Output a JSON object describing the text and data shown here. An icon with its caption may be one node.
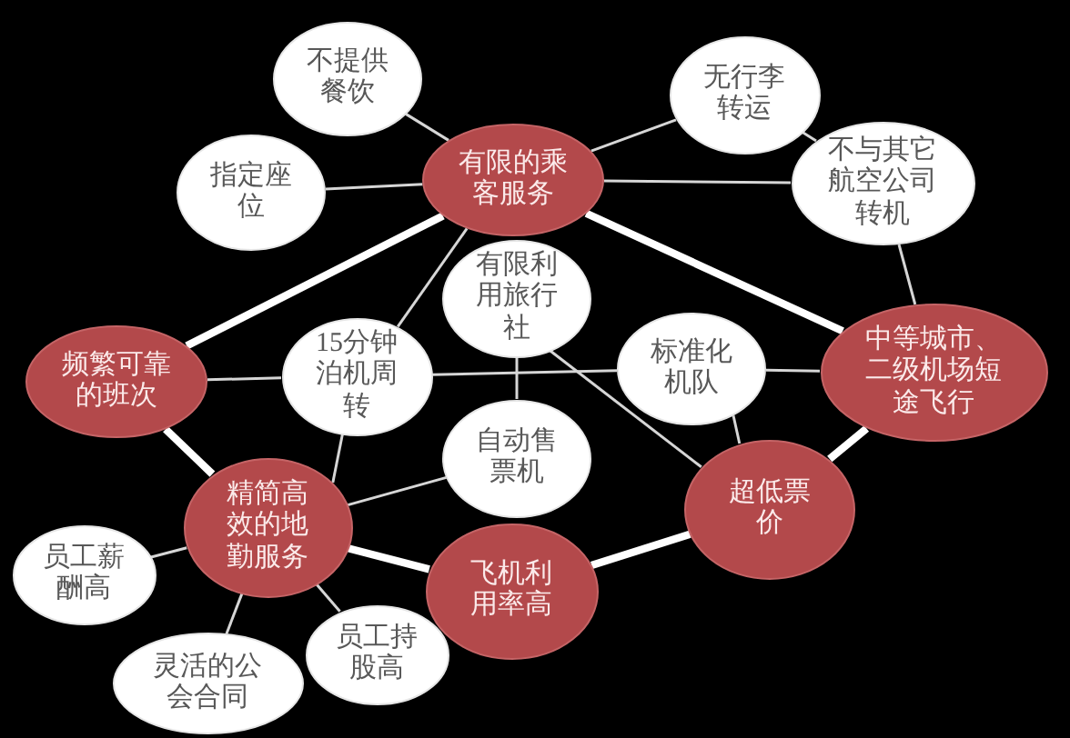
{
  "diagram": {
    "nodes": [
      {
        "text": [
          "不提供餐饮"
        ]
      },
      {
        "text": [
          "指定座位"
        ]
      },
      {
        "text": [
          "有限的乘客服务"
        ]
      },
      {
        "text": [
          "无行李转运"
        ]
      },
      {
        "text": [
          "不与其它航空公司转机"
        ]
      },
      {
        "text": [
          "有限利用旅行社"
        ]
      },
      {
        "text": [
          "频繁可靠的班次"
        ]
      },
      {
        "text": [
          "15分钟泊机周转"
        ]
      },
      {
        "text": [
          "标准化机队"
        ]
      },
      {
        "text": [
          "中等城市、二级机场短途飞行"
        ]
      },
      {
        "text": [
          "自动售票机"
        ]
      },
      {
        "text": [
          "精简高效的地勤服务"
        ]
      },
      {
        "text": [
          "超低票价"
        ]
      },
      {
        "text": [
          "员工薪酬高"
        ]
      },
      {
        "text": [
          "飞机利用率高"
        ]
      },
      {
        "text": [
          "员工持股高"
        ]
      },
      {
        "text": [
          "灵活的公会合同"
        ]
      }
    ],
    "edges": [
      {
        "from": 0,
        "to": 2,
        "arrow": "none"
      },
      {
        "from": 1,
        "to": 2,
        "arrow": "none"
      },
      {
        "from": 3,
        "to": 2,
        "arrow": "none"
      },
      {
        "from": 2,
        "to": 4,
        "arrow": "none"
      },
      {
        "from": 3,
        "to": 4,
        "arrow": "none"
      },
      {
        "from": 4,
        "to": 9,
        "arrow": "none"
      },
      {
        "from": 2,
        "to": 6,
        "arrow": "none",
        "style": "thick"
      },
      {
        "from": 2,
        "to": 9,
        "arrow": "none",
        "style": "thick"
      },
      {
        "from": 2,
        "to": 7,
        "arrow": "none"
      },
      {
        "from": 6,
        "to": 7,
        "arrow": "none"
      },
      {
        "from": 7,
        "to": 8,
        "arrow": "none"
      },
      {
        "from": 8,
        "to": 9,
        "arrow": "none"
      },
      {
        "from": 5,
        "to": 10,
        "arrow": "none"
      },
      {
        "from": 5,
        "to": 12,
        "arrow": "none"
      },
      {
        "from": 8,
        "to": 12,
        "arrow": "none"
      },
      {
        "from": 6,
        "to": 11,
        "arrow": "none",
        "style": "thick"
      },
      {
        "from": 7,
        "to": 11,
        "arrow": "none"
      },
      {
        "from": 10,
        "to": 11,
        "arrow": "none"
      },
      {
        "from": 11,
        "to": 14,
        "arrow": "none",
        "style": "thick"
      },
      {
        "from": 14,
        "to": 12,
        "arrow": "none",
        "style": "thick"
      },
      {
        "from": 12,
        "to": 9,
        "arrow": "none",
        "style": "thick"
      },
      {
        "from": 13,
        "to": 11,
        "arrow": "none"
      },
      {
        "from": 16,
        "to": 11,
        "arrow": "none"
      },
      {
        "from": 15,
        "to": 11,
        "arrow": "none"
      }
    ]
  }
}
